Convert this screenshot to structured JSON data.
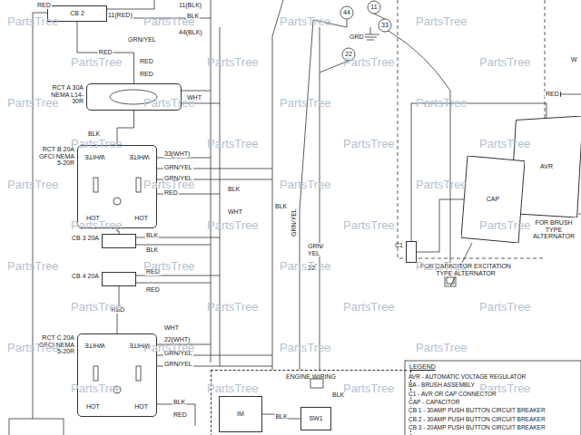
{
  "diagram": {
    "nodes": [
      {
        "text": [
          "CB 2"
        ]
      },
      {
        "text": [
          "RCT A 30A NEMA L14-30R"
        ]
      },
      {
        "text": [
          "RCT B 20A GFCI NEMA 5-20R",
          "WHITE",
          "WHITE",
          "HOT",
          "HOT"
        ]
      },
      {
        "text": [
          "CB 3 20A"
        ]
      },
      {
        "text": [
          "CB 4 20A"
        ]
      },
      {
        "text": [
          "RCT C 20A GFCI NEMA 5-20R",
          "WHITE",
          "WHITE",
          "HOT",
          "HOT"
        ]
      },
      {
        "text": [
          "ENGINE WIRING"
        ]
      },
      {
        "text": [
          "IM"
        ],
        "in": 6
      },
      {
        "text": [
          "SW1"
        ],
        "in": 6
      },
      {
        "text": [
          "C1"
        ]
      },
      {
        "text": [
          "AVR"
        ]
      },
      {
        "text": [
          "CAP"
        ]
      }
    ],
    "edges": [
      {
        "from": 0,
        "to": 1,
        "arrow": "none",
        "label": "RED"
      },
      {
        "from": 1,
        "to": 2,
        "arrow": "none"
      },
      {
        "from": 2,
        "to": 3,
        "arrow": "none"
      },
      {
        "from": 4,
        "to": 5,
        "arrow": "none",
        "label": "RED"
      },
      {
        "from": 9,
        "to": 10,
        "arrow": "none"
      },
      {
        "from": 9,
        "to": 11,
        "arrow": "none"
      },
      {
        "from": 7,
        "to": 8,
        "arrow": "none",
        "label": "BLK"
      }
    ],
    "labels": [
      "RED",
      "11(RED)",
      "11(BLK)",
      "BLK",
      "44(BLK)",
      "GRN/YEL",
      "RED",
      "RED",
      "WHT",
      "BLK",
      "33(WHT)",
      "GRN/YEL",
      "GRN/YEL",
      "RED",
      "BLK",
      "BLK",
      "WHT",
      "BLK",
      "BLK",
      "GRN/YEL",
      "GRN/ YEL",
      "22",
      "RED",
      "RED",
      "WHT",
      "22(WHT)",
      "GRN/YEL",
      "GRN/YEL",
      "BLK",
      "RED",
      "44",
      "11",
      "33",
      "22",
      "GRD",
      "W",
      "RED",
      "FOR CAPACITOR EXCITATION TYPE ALTERNATOR",
      "FOR BRUSH TYPE ALTERNATOR",
      "LEGEND",
      "BLK",
      "PartsTree",
      "PartsTree",
      "PartsTree",
      "PartsTree",
      "PartsTree",
      "PartsTree",
      "PartsTree",
      "PartsTree",
      "PartsTree",
      "PartsTree",
      "PartsTree",
      "PartsTree",
      "PartsTree",
      "PartsTree",
      "PartsTree",
      "PartsTree",
      "PartsTree",
      "PartsTree",
      "PartsTree",
      "PartsTree",
      "PartsTree",
      "PartsTree",
      "PartsTree",
      "PartsTree",
      "PartsTree",
      "PartsTree",
      "PartsTree",
      "PartsTree",
      "PartsTree",
      "PartsTree",
      "PartsTree",
      "PartsTree",
      "PartsTree",
      "PartsTree",
      "PartsTree",
      "PartsTree",
      "PartsTree",
      "PartsTree",
      "PartsTree",
      "PartsTree"
    ],
    "legend": [
      {
        "text": "AVR - AUTOMATIC VOLTAGE REGULATOR"
      },
      {
        "text": "BA - BRUSH ASSEMBLY"
      },
      {
        "text": "C1 - AVR OR CAP CONNECTOR"
      },
      {
        "text": "CAP - CAPACITOR"
      },
      {
        "text": "CB 1 - 30AMP PUSH BUTTON CIRCUIT BREAKER"
      },
      {
        "text": "CB 2 - 30AMP PUSH BUTTON CIRCUIT BREAKER"
      },
      {
        "text": "CB 3 - 20AMP PUSH BUTTON CIRCUIT BREAKER"
      }
    ]
  }
}
